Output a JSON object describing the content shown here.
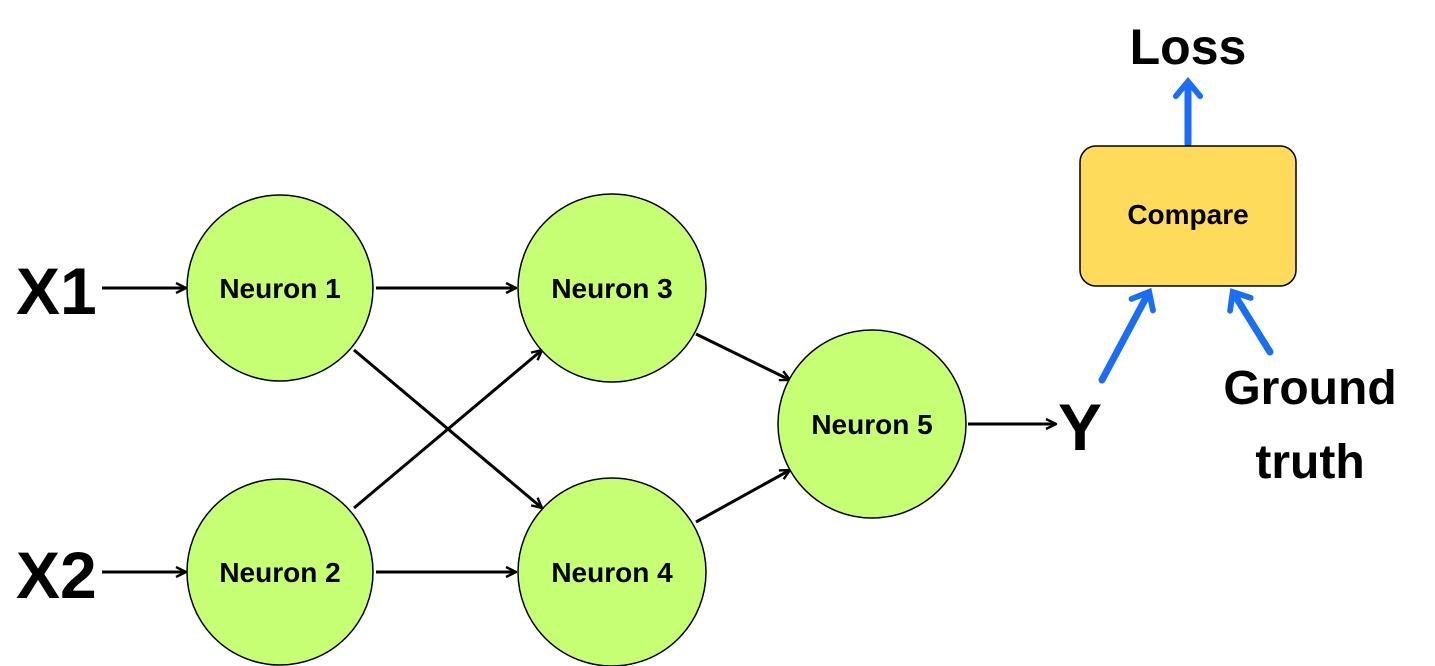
{
  "inputs": {
    "x1": "X1",
    "x2": "X2"
  },
  "neurons": {
    "n1": "Neuron 1",
    "n2": "Neuron 2",
    "n3": "Neuron 3",
    "n4": "Neuron 4",
    "n5": "Neuron 5"
  },
  "output": "Y",
  "compare": "Compare",
  "loss": "Loss",
  "ground_truth": {
    "line1": "Ground",
    "line2": "truth"
  },
  "colors": {
    "neuron_fill": "#c6ff73",
    "compare_fill": "#ffdb5c",
    "arrow_blue": "#1a6ef5",
    "arrow_black": "#000000"
  }
}
